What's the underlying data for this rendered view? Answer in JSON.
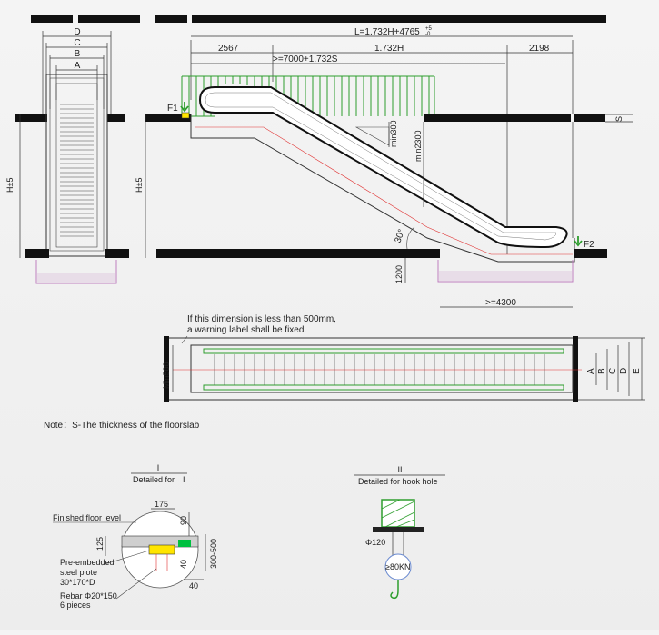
{
  "dimensions": {
    "total_length": "L=1.732H+4765",
    "tolerance_top": "+5",
    "tolerance_bottom": "-0",
    "upper_landing": "2567",
    "incline_span": "1.732H",
    "lower_landing": "2198",
    "min_length": ">=7000+1.732S",
    "rise_left": "H±5",
    "rise_side": "H±5",
    "slab_thickness": "S",
    "min_300": "min300",
    "min_2300": "min2300",
    "angle": "30°",
    "pit_depth": "1200",
    "pit_length": ">=4300",
    "min_500": "Min500"
  },
  "width_labels": {
    "front": [
      "D",
      "C",
      "B",
      "A"
    ],
    "plan": [
      "A",
      "B",
      "C",
      "D",
      "E"
    ]
  },
  "support_labels": {
    "upper": "F1",
    "lower": "F2"
  },
  "warning_note": {
    "line1": "If this dimension is less than 500mm,",
    "line2": "a warning label shall be fixed."
  },
  "note": "Note：S-The thickness of the floorslab",
  "detail_one": {
    "roman": "I",
    "title": "Detailed for",
    "marker": "I",
    "finished_floor": "Finished floor level",
    "dim_175": "175",
    "dim_90": "90",
    "dim_125": "125",
    "dim_300_500": "300-500",
    "dim_40a": "40",
    "dim_40b": "40",
    "plate_line1": "Pre-embedded",
    "plate_line2": "steel plote",
    "plate_line3": "30*170*D",
    "rebar_line1": "Rebar  Φ20*150",
    "rebar_line2": "6 pieces"
  },
  "detail_two": {
    "roman": "II",
    "title": "Detailed for hook hole",
    "diameter": "Φ120",
    "load": "≥80KN"
  }
}
